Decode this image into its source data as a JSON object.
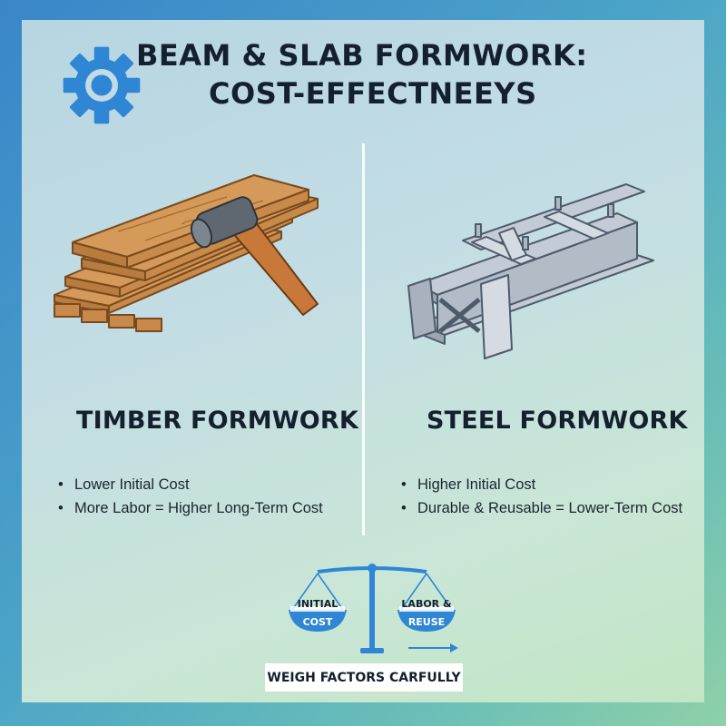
{
  "title": {
    "line1": "BEAM & SLAB FORMWORK:",
    "line2": "COST-EFFECTNEEYS"
  },
  "icons": {
    "gear": "gear-icon",
    "timber": "timber-planks-hammer-icon",
    "steel": "steel-formwork-frame-icon",
    "scale": "balance-scale-icon",
    "arrow": "arrow-right-icon"
  },
  "left": {
    "heading": "TIMBER FORMWORK",
    "points": [
      "Lower Initial Cost",
      "More Labor = Higher Long-Term Cost"
    ]
  },
  "right": {
    "heading": "STEEL FORMWORK",
    "points": [
      "Higher Initial Cost",
      "Durable & Reusable = Lower-Term Cost"
    ]
  },
  "scale": {
    "left_pan": [
      "INITIAL",
      "COST"
    ],
    "right_pan": [
      "LABOR &",
      "REUSE"
    ]
  },
  "footer": "WEIGH FACTORS CARFULLY",
  "colors": {
    "accent_blue": "#2f86d4",
    "text_dark": "#14202e",
    "wood": "#d59a5a",
    "steel": "#b9c3cf"
  }
}
